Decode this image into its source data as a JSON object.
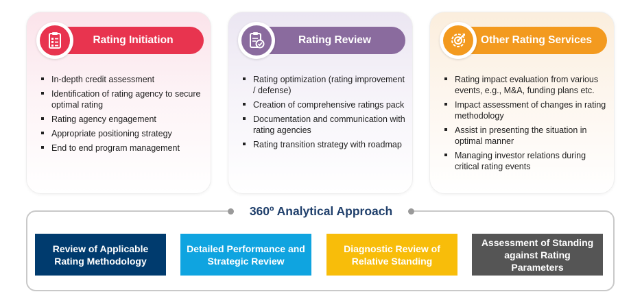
{
  "cards": [
    {
      "title": "Rating Initiation",
      "icon": "checklist-icon",
      "color": "#e8344f",
      "items": [
        "In-depth credit assessment",
        "Identification of rating agency to secure optimal rating",
        "Rating agency engagement",
        "Appropriate positioning strategy",
        "End to end program management"
      ]
    },
    {
      "title": "Rating Review",
      "icon": "clipboard-check-icon",
      "color": "#8a6b9e",
      "items": [
        "Rating optimization (rating improvement / defense)",
        "Creation of comprehensive ratings pack",
        "Documentation and communication with rating agencies",
        "Rating transition strategy with roadmap"
      ]
    },
    {
      "title": "Other Rating Services",
      "icon": "target-settings-icon",
      "color": "#f39a1f",
      "items": [
        "Rating impact evaluation from various events, e.g., M&A, funding plans etc.",
        "Impact assessment of changes in rating methodology",
        "Assist in presenting the situation in optimal manner",
        "Managing investor relations during critical rating events"
      ]
    }
  ],
  "approach": {
    "title": "360º Analytical Approach",
    "boxes": [
      {
        "label": "Review of Applicable Rating Methodology",
        "color": "#003b6e"
      },
      {
        "label": "Detailed Performance and Strategic Review",
        "color": "#0fa4e0"
      },
      {
        "label": "Diagnostic Review of Relative Standing",
        "color": "#f8bd0a"
      },
      {
        "label": "Assessment of Standing against Rating Parameters",
        "color": "#555555"
      }
    ]
  }
}
